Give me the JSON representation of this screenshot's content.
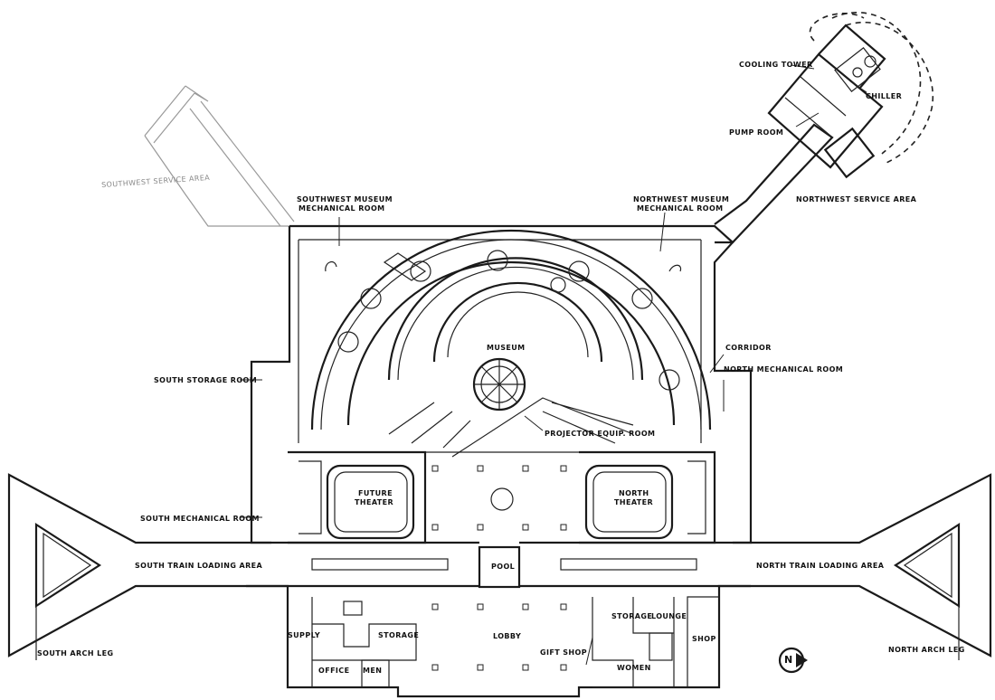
{
  "labels": {
    "cooling_tower": "COOLING TOWER",
    "chiller": "CHILLER",
    "pump_room": "PUMP ROOM",
    "northwest_service_area": "NORTHWEST SERVICE AREA",
    "southwest_service_area": "SOUTHWEST SERVICE AREA",
    "southwest_museum_mech_1": "SOUTHWEST MUSEUM",
    "southwest_museum_mech_2": "MECHANICAL ROOM",
    "northwest_museum_mech_1": "NORTHWEST MUSEUM",
    "northwest_museum_mech_2": "MECHANICAL ROOM",
    "museum": "MUSEUM",
    "corridor": "CORRIDOR",
    "north_mechanical_room": "NORTH MECHANICAL ROOM",
    "south_storage_room": "SOUTH STORAGE ROOM",
    "projector_equip_room": "PROJECTOR EQUIP. ROOM",
    "future_theater_1": "FUTURE",
    "future_theater_2": "THEATER",
    "north_theater_1": "NORTH",
    "north_theater_2": "THEATER",
    "south_mechanical_room": "SOUTH MECHANICAL ROOM",
    "south_train_loading_area": "SOUTH TRAIN LOADING AREA",
    "north_train_loading_area": "NORTH TRAIN LOADING AREA",
    "pool": "POOL",
    "lobby": "LOBBY",
    "supply": "SUPPLY",
    "storage_south": "STORAGE",
    "office": "OFFICE",
    "men": "MEN",
    "gift_shop": "GIFT SHOP",
    "storage_north": "STORAGE",
    "lounge": "LOUNGE",
    "shop": "SHOP",
    "women": "WOMEN",
    "south_arch_leg": "SOUTH ARCH LEG",
    "north_arch_leg": "NORTH ARCH LEG",
    "north_arrow": "N"
  }
}
